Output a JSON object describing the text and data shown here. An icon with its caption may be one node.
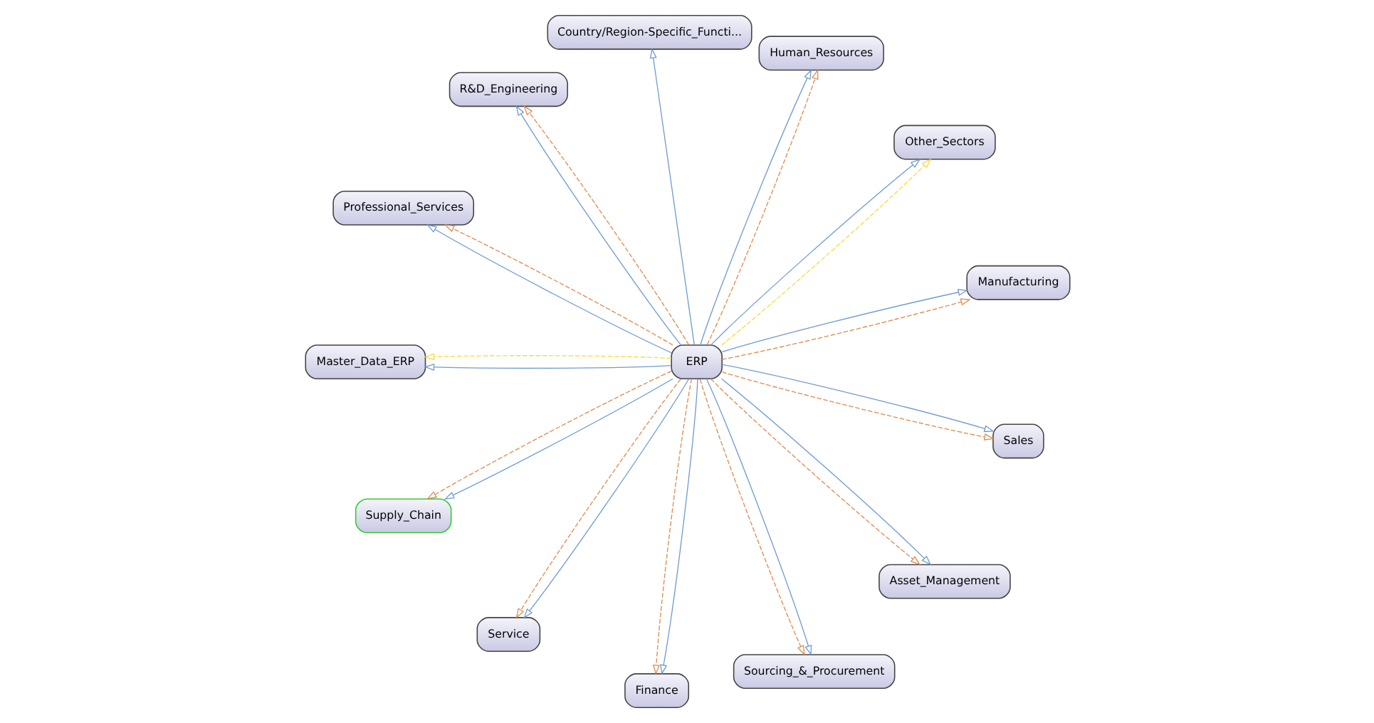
{
  "diagram": {
    "nodes": [
      {
        "text": [
          "Manufacturing"
        ]
      },
      {
        "text": [
          "Other_Sectors"
        ]
      },
      {
        "text": [
          "Human_Resources"
        ]
      },
      {
        "text": [
          "Country/Region-Specific_Functi..."
        ]
      },
      {
        "text": [
          "R&D_Engineering"
        ]
      },
      {
        "text": [
          "Professional_Services"
        ]
      },
      {
        "text": [
          "Master_Data_ERP"
        ]
      },
      {
        "text": [
          "ERP"
        ]
      },
      {
        "text": [
          "Supply_Chain"
        ]
      },
      {
        "text": [
          "Service"
        ]
      },
      {
        "text": [
          "Finance"
        ]
      },
      {
        "text": [
          "Sourcing_&_Procurement"
        ]
      },
      {
        "text": [
          "Asset_Management"
        ]
      },
      {
        "text": [
          "Sales"
        ]
      }
    ],
    "edges": [
      {
        "from": 7,
        "to": 0,
        "arrow": "to"
      },
      {
        "from": 7,
        "to": 0,
        "arrow": "to",
        "style": "dashed",
        "color": "#e08a4e"
      },
      {
        "from": 7,
        "to": 1,
        "arrow": "to"
      },
      {
        "from": 7,
        "to": 1,
        "arrow": "to",
        "style": "dashed",
        "color": "#f5dc3c"
      },
      {
        "from": 7,
        "to": 2,
        "arrow": "to"
      },
      {
        "from": 7,
        "to": 2,
        "arrow": "to",
        "style": "dashed",
        "color": "#e08a4e"
      },
      {
        "from": 7,
        "to": 3,
        "arrow": "to"
      },
      {
        "from": 7,
        "to": 4,
        "arrow": "to"
      },
      {
        "from": 7,
        "to": 4,
        "arrow": "to",
        "style": "dashed",
        "color": "#e08a4e"
      },
      {
        "from": 7,
        "to": 5,
        "arrow": "to"
      },
      {
        "from": 7,
        "to": 5,
        "arrow": "to",
        "style": "dashed",
        "color": "#e08a4e"
      },
      {
        "from": 7,
        "to": 6,
        "arrow": "to"
      },
      {
        "from": 7,
        "to": 6,
        "arrow": "to",
        "style": "dashed",
        "color": "#f5dc3c"
      },
      {
        "from": 7,
        "to": 8,
        "arrow": "to"
      },
      {
        "from": 7,
        "to": 8,
        "arrow": "to",
        "style": "dashed",
        "color": "#e08a4e"
      },
      {
        "from": 7,
        "to": 9,
        "arrow": "to"
      },
      {
        "from": 7,
        "to": 9,
        "arrow": "to",
        "style": "dashed",
        "color": "#e08a4e"
      },
      {
        "from": 7,
        "to": 10,
        "arrow": "to"
      },
      {
        "from": 7,
        "to": 10,
        "arrow": "to",
        "style": "dashed",
        "color": "#e08a4e"
      },
      {
        "from": 7,
        "to": 11,
        "arrow": "to"
      },
      {
        "from": 7,
        "to": 11,
        "arrow": "to",
        "style": "dashed",
        "color": "#e08a4e"
      },
      {
        "from": 7,
        "to": 12,
        "arrow": "to"
      },
      {
        "from": 7,
        "to": 12,
        "arrow": "to",
        "style": "dashed",
        "color": "#e08a4e"
      },
      {
        "from": 7,
        "to": 13,
        "arrow": "to"
      },
      {
        "from": 7,
        "to": 13,
        "arrow": "to",
        "style": "dashed",
        "color": "#e08a4e"
      }
    ]
  }
}
